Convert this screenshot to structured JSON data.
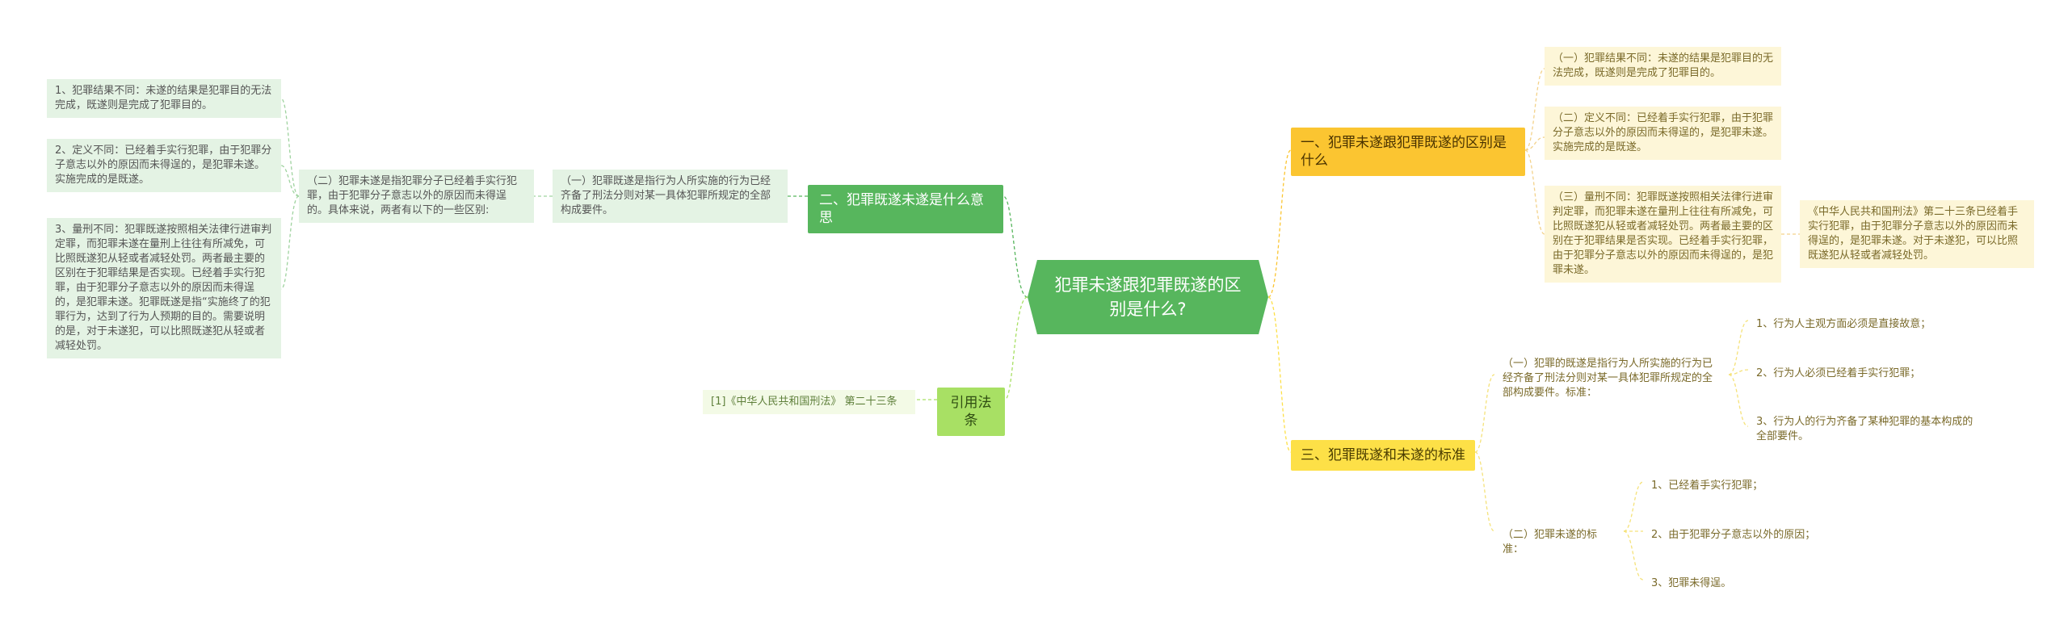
{
  "root": {
    "title": "犯罪未遂跟犯罪既遂的区别是什么?"
  },
  "left": {
    "section2": {
      "label": "二、犯罪既遂未遂是什么意思",
      "item1": "（一）犯罪既遂是指行为人所实施的行为已经齐备了刑法分则对某一具体犯罪所规定的全部构成要件。",
      "item2": "（二）犯罪未遂是指犯罪分子已经着手实行犯罪，由于犯罪分子意志以外的原因而未得逞的。具体来说，两者有以下的一些区别:",
      "sub": [
        "1、犯罪结果不同：未遂的结果是犯罪目的无法完成，既遂则是完成了犯罪目的。",
        "2、定义不同：已经着手实行犯罪，由于犯罪分子意志以外的原因而未得逞的，是犯罪未遂。实施完成的是既遂。",
        "3、量刑不同：犯罪既遂按照相关法律行进审判定罪，而犯罪未遂在量刑上往往有所减免，可比照既遂犯从轻或者减轻处罚。两者最主要的区别在于犯罪结果是否实现。已经着手实行犯罪，由于犯罪分子意志以外的原因而未得逞的，是犯罪未遂。犯罪既遂是指“实施终了的犯罪行为，达到了行为人预期的目的。需要说明的是，对于未遂犯，可以比照既遂犯从轻或者减轻处罚。"
      ]
    },
    "citation": {
      "label": "引用法条",
      "ref": "[1]《中华人民共和国刑法》 第二十三条"
    }
  },
  "right": {
    "section1": {
      "label": "一、犯罪未遂跟犯罪既遂的区别是什么",
      "items": [
        "（一）犯罪结果不同：未遂的结果是犯罪目的无法完成，既遂则是完成了犯罪目的。",
        "（二）定义不同：已经着手实行犯罪，由于犯罪分子意志以外的原因而未得逞的，是犯罪未遂。实施完成的是既遂。",
        "（三）量刑不同：犯罪既遂按照相关法律行进审判定罪，而犯罪未遂在量刑上往往有所减免，可比照既遂犯从轻或者减轻处罚。两者最主要的区别在于犯罪结果是否实现。已经着手实行犯罪，由于犯罪分子意志以外的原因而未得逞的，是犯罪未遂。"
      ],
      "law_note": "《中华人民共和国刑法》第二十三条已经着手实行犯罪，由于犯罪分子意志以外的原因而未得逞的，是犯罪未遂。对于未遂犯，可以比照既遂犯从轻或者减轻处罚。"
    },
    "section3": {
      "label": "三、犯罪既遂和未遂的标准",
      "item1": "（一）犯罪的既遂是指行为人所实施的行为已经齐备了刑法分则对某一具体犯罪所规定的全部构成要件。标准：",
      "item1_sub": [
        "1、行为人主观方面必须是直接故意；",
        "2、行为人必须已经着手实行犯罪；",
        "3、行为人的行为齐备了某种犯罪的基本构成的全部要件。"
      ],
      "item2": "（二）犯罪未遂的标准：",
      "item2_sub": [
        "1、已经着手实行犯罪；",
        "2、由于犯罪分子意志以外的原因；",
        "3、犯罪未得逞。"
      ]
    }
  }
}
